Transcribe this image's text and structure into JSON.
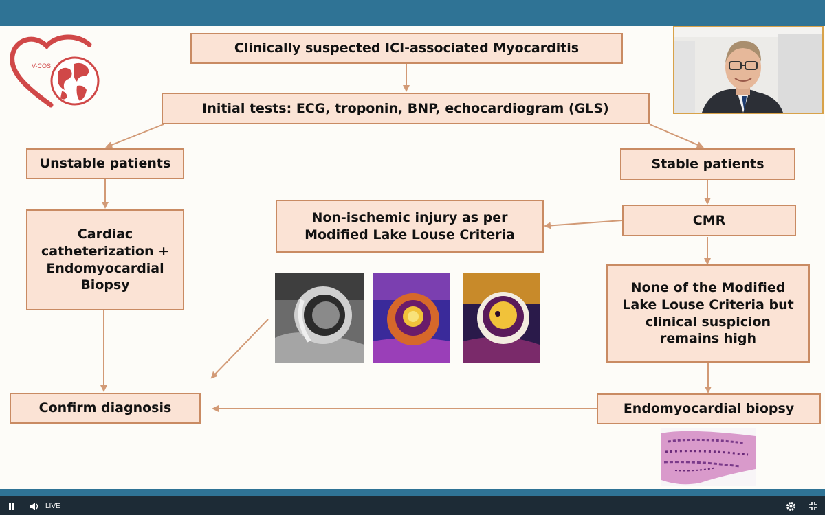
{
  "player": {
    "live_label": "LIVE"
  },
  "logo": {
    "text": "V-COS"
  },
  "nodes": {
    "start": "Clinically suspected ICI-associated Myocarditis",
    "initial": "Initial tests: ECG, troponin, BNP, echocardiogram (GLS)",
    "unstable": "Unstable patients",
    "stable": "Stable patients",
    "cath": "Cardiac\ncatheterization +\nEndomyocardial\nBiopsy",
    "nonischemic": "Non-ischemic injury as per\nModified Lake Louse Criteria",
    "cmr": "CMR",
    "none_criteria": "None of the Modified\nLake Louse Criteria but\nclinical suspicion\nremains high",
    "confirm": "Confirm diagnosis",
    "biopsy": "Endomyocardial biopsy"
  },
  "colors": {
    "box_fill": "#fbe3d5",
    "box_border": "#c98b63",
    "arrow": "#d29a76",
    "header": "#2f7395",
    "logo_red": "#d04848"
  },
  "icons": {
    "play_pause": "pause-icon",
    "volume": "volume-icon",
    "settings": "gear-icon",
    "fullscreen": "exit-fullscreen-icon"
  }
}
